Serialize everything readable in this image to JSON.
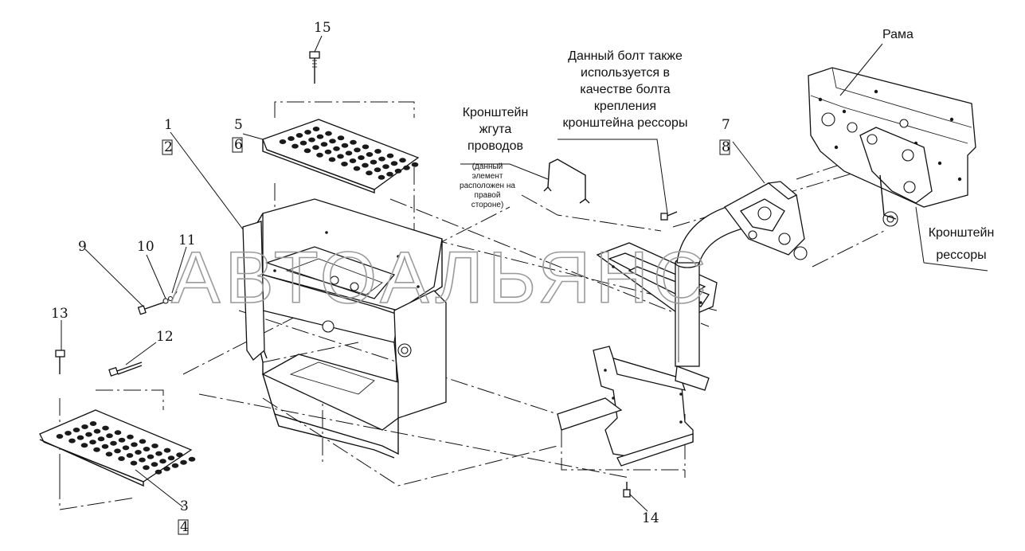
{
  "watermark": "АВТОАЛЬЯНС",
  "callouts": {
    "n1": "1",
    "n2": "2",
    "n3": "3",
    "n4": "4",
    "n5": "5",
    "n6": "6",
    "n7": "7",
    "n8": "8",
    "n9": "9",
    "n10": "10",
    "n11": "11",
    "n12": "12",
    "n13": "13",
    "n14": "14",
    "n15": "15"
  },
  "labels": {
    "frame": "Рама",
    "bolt_note": [
      "Данный болт также",
      "используется в",
      "качестве болта",
      "крепления",
      "кронштейна рессоры"
    ],
    "harness_bracket": [
      "Кронштейн",
      "жгута",
      "проводов"
    ],
    "harness_note": [
      "(данный",
      "элемент",
      "расположен на",
      "правой",
      "стороне)"
    ],
    "spring_bracket": [
      "Кронштейн",
      "рессоры"
    ]
  }
}
